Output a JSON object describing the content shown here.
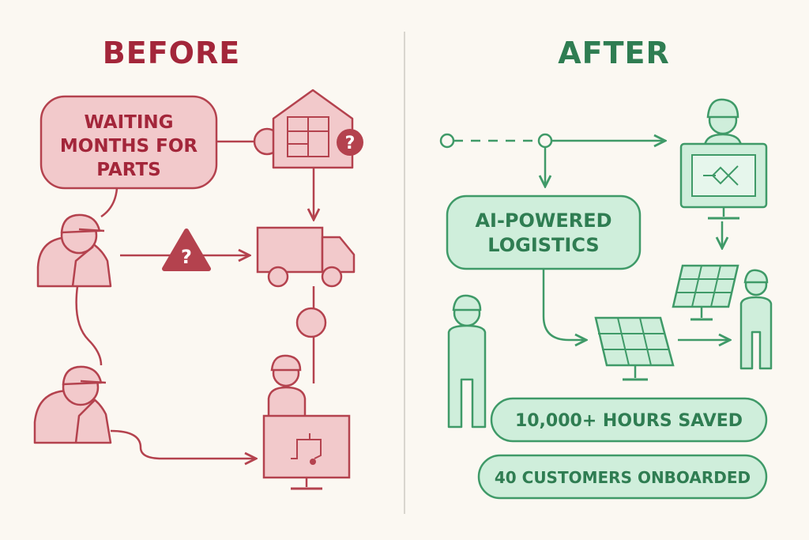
{
  "before": {
    "title": "BEFORE",
    "callout_lines": [
      "WAITING",
      "MONTHS FOR",
      "PARTS"
    ],
    "question_glyph": "?",
    "icons": [
      "warehouse-icon",
      "truck-icon",
      "warning-triangle-icon",
      "worker-icon",
      "computer-icon"
    ]
  },
  "after": {
    "title": "AFTER",
    "logistics_lines": [
      "AI-POWERED",
      "LOGISTICS"
    ],
    "stat_hours": "10,000+ HOURS SAVED",
    "stat_customers": "40 CUSTOMERS ONBOARDED",
    "icons": [
      "worker-icon",
      "monitor-icon",
      "solar-panel-icon"
    ]
  },
  "colors": {
    "background": "#fbf8f2",
    "before_stroke": "#b4424e",
    "before_fill": "#f2c9cb",
    "before_title": "#a3263a",
    "after_stroke": "#3f9a68",
    "after_fill": "#cfeedb",
    "after_title": "#2f7d52",
    "divider": "#d9d6cf"
  }
}
